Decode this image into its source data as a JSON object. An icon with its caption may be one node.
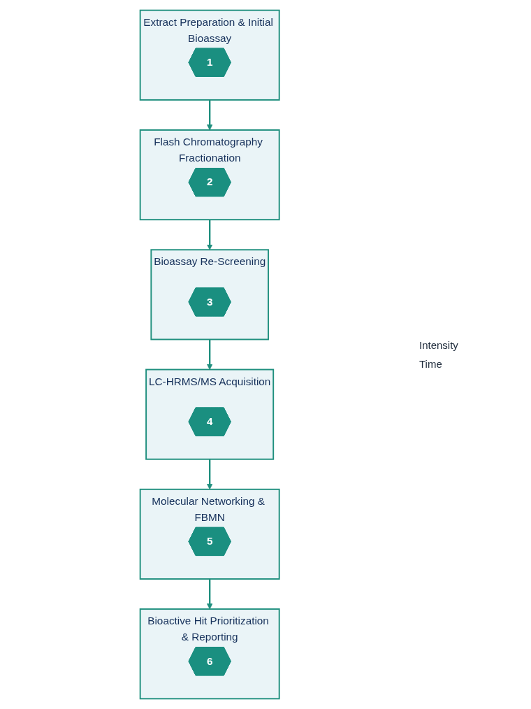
{
  "diagram": {
    "nodes": [
      {
        "text": [
          "Extract Preparation & Initial Bioassay"
        ]
      },
      {
        "text": [
          "1"
        ],
        "in": 0
      },
      {
        "text": [
          "Flash Chromatography Fractionation"
        ]
      },
      {
        "text": [
          "2"
        ],
        "in": 2
      },
      {
        "text": [
          "Bioassay Re-Screening"
        ]
      },
      {
        "text": [
          "3"
        ],
        "in": 4
      },
      {
        "text": [
          "LC-HRMS/MS Acquisition"
        ]
      },
      {
        "text": [
          "4"
        ],
        "in": 6
      },
      {
        "text": [
          "Molecular Networking & FBMN"
        ]
      },
      {
        "text": [
          "5"
        ],
        "in": 8
      },
      {
        "text": [
          "Bioactive Hit Prioritization & Reporting"
        ]
      },
      {
        "text": [
          "6"
        ],
        "in": 10
      }
    ],
    "edges": [
      {
        "from": 0,
        "to": 2,
        "arrow": "to"
      },
      {
        "from": 2,
        "to": 4,
        "arrow": "to"
      },
      {
        "from": 4,
        "to": 6,
        "arrow": "to"
      },
      {
        "from": 6,
        "to": 8,
        "arrow": "to"
      },
      {
        "from": 8,
        "to": 10,
        "arrow": "to"
      }
    ],
    "labels": [
      "Intensity",
      "Time"
    ]
  }
}
